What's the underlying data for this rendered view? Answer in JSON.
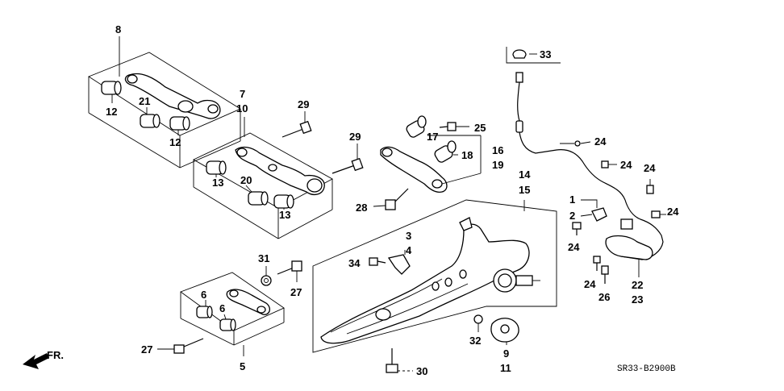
{
  "callouts": {
    "c1": "1",
    "c2": "2",
    "c3": "3",
    "c4": "4",
    "c5": "5",
    "c6a": "6",
    "c6b": "6",
    "c7": "7",
    "c8": "8",
    "c9": "9",
    "c10": "10",
    "c11": "11",
    "c12a": "12",
    "c12b": "12",
    "c13a": "13",
    "c13b": "13",
    "c14": "14",
    "c15": "15",
    "c16": "16",
    "c17": "17",
    "c18": "18",
    "c19": "19",
    "c20": "20",
    "c21": "21",
    "c22": "22",
    "c23": "23",
    "c24a": "24",
    "c24b": "24",
    "c24c": "24",
    "c24d": "24",
    "c24e": "24",
    "c24f": "24",
    "c25": "25",
    "c26": "26",
    "c27a": "27",
    "c27b": "27",
    "c28": "28",
    "c29a": "29",
    "c29b": "29",
    "c30": "30",
    "c31": "31",
    "c32": "32",
    "c33": "33",
    "c34": "34"
  },
  "direction_label": "FR.",
  "diagram_code": "SR33-B2900B"
}
